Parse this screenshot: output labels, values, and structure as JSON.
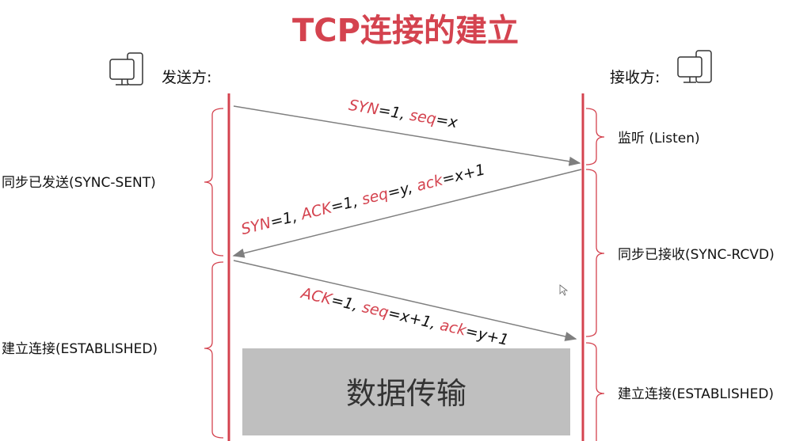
{
  "title": "TCP连接的建立",
  "sender": {
    "label": "发送方:",
    "icon": "computer-icon"
  },
  "receiver": {
    "label": "接收方:",
    "icon": "computer-icon"
  },
  "messages": [
    {
      "parts": [
        "SYN",
        "=1, ",
        "seq",
        "=x"
      ]
    },
    {
      "parts": [
        "SYN",
        "=1, ",
        "ACK",
        "=1, ",
        "seq",
        "=y, ",
        "ack",
        "=x+1"
      ]
    },
    {
      "parts": [
        "ACK",
        "=1, ",
        "seq",
        "=x+1, ",
        "ack",
        "=y+1"
      ]
    }
  ],
  "sender_states": [
    "同步已发送(SYNC-SENT)",
    "建立连接(ESTABLISHED)"
  ],
  "receiver_states": [
    "监听 (Listen)",
    "同步已接收(SYNC-RCVD)",
    "建立连接(ESTABLISHED)"
  ],
  "data_transfer": "数据传输",
  "colors": {
    "accent": "#d4434f",
    "arrow": "#7f7f7f",
    "data_box": "#bfbfbf"
  }
}
